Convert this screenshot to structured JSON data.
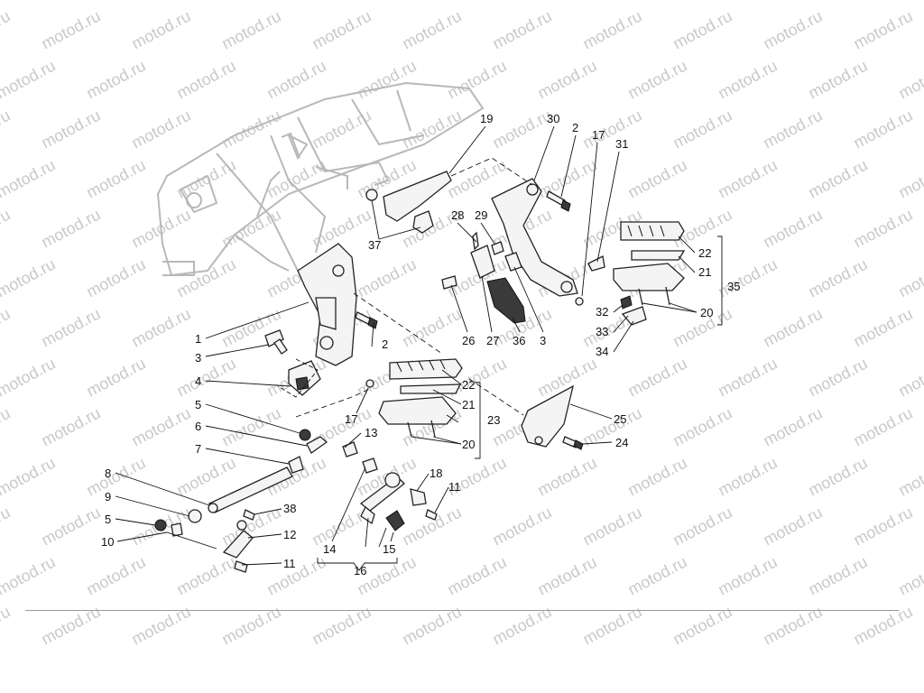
{
  "watermark": {
    "text": "motod.ru"
  },
  "labels": {
    "l1": "1",
    "l2a": "2",
    "l2b": "2",
    "l3a": "3",
    "l3b": "3",
    "l4": "4",
    "l5a": "5",
    "l5b": "5",
    "l6": "6",
    "l7": "7",
    "l8": "8",
    "l9": "9",
    "l10": "10",
    "l11a": "11",
    "l11b": "11",
    "l12": "12",
    "l13": "13",
    "l14": "14",
    "l15": "15",
    "l16": "16",
    "l17a": "17",
    "l17b": "17",
    "l18": "18",
    "l19": "19",
    "l20a": "20",
    "l20b": "20",
    "l21a": "21",
    "l21b": "21",
    "l22a": "22",
    "l22b": "22",
    "l23": "23",
    "l24": "24",
    "l25": "25",
    "l26": "26",
    "l27": "27",
    "l28": "28",
    "l29": "29",
    "l30": "30",
    "l31": "31",
    "l32": "32",
    "l33": "33",
    "l34": "34",
    "l35": "35",
    "l36": "36",
    "l37": "37",
    "l38": "38"
  }
}
